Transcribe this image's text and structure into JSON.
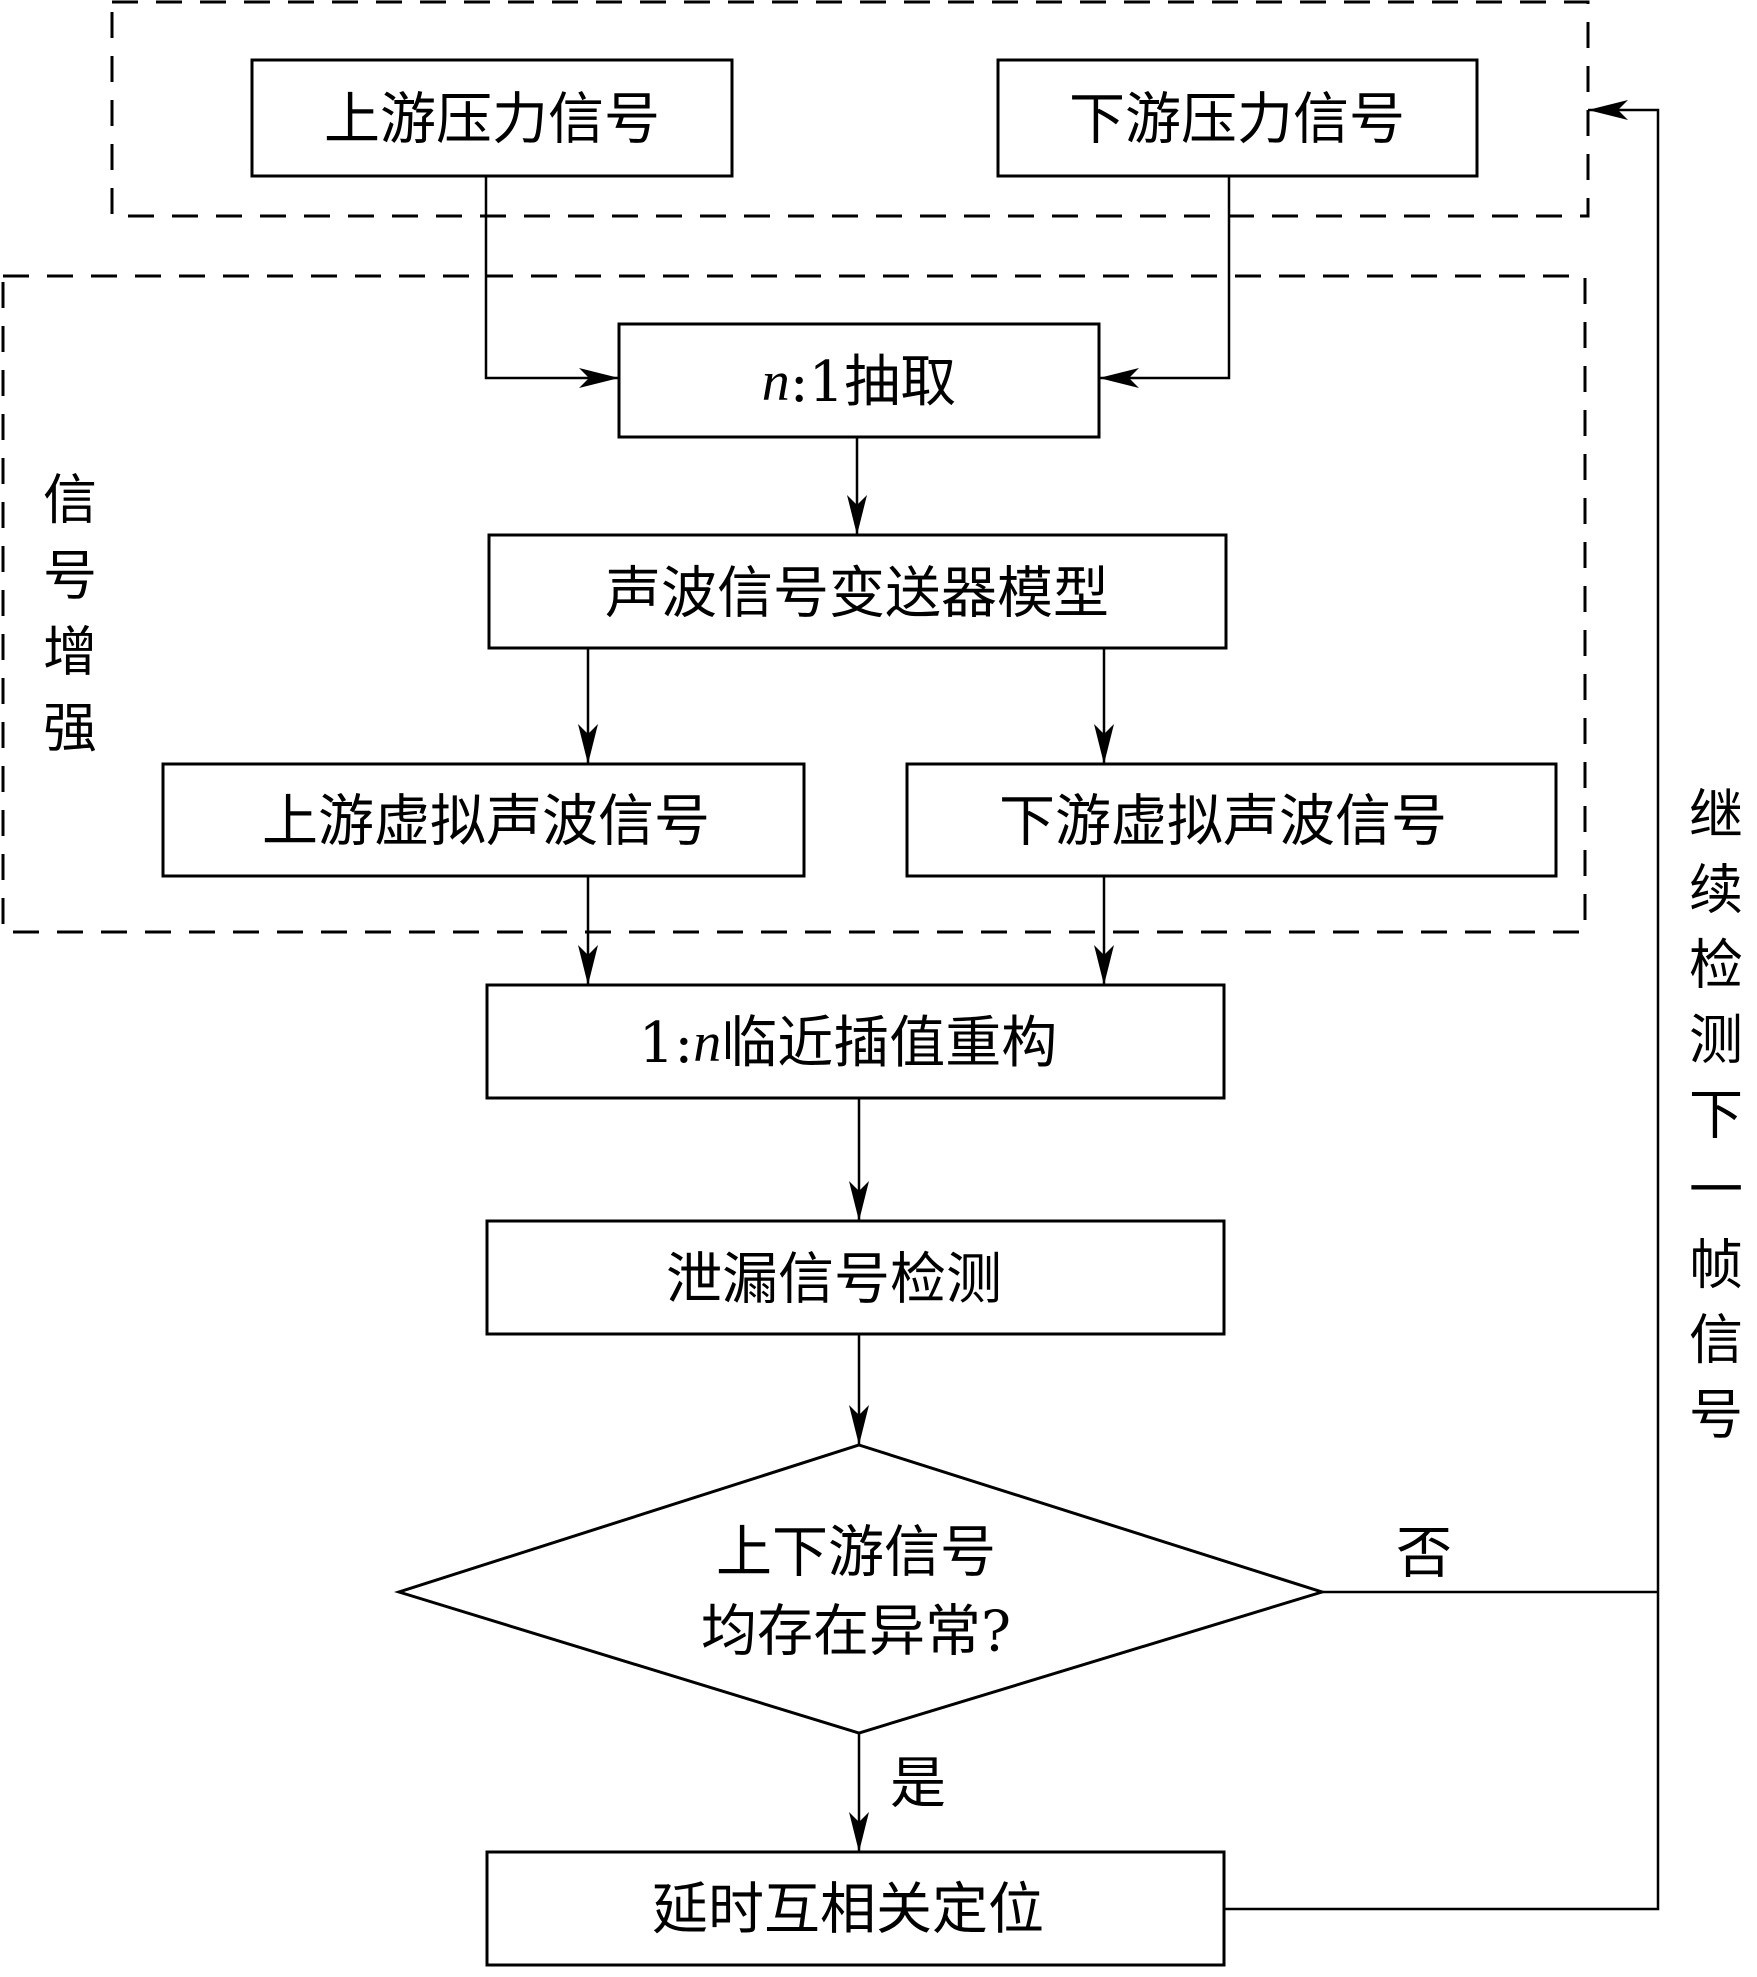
{
  "diagram": {
    "groups": {
      "input_group_label": "",
      "enhancement_group_label": "信号增强"
    },
    "nodes": {
      "upstream_pressure": "上游压力信号",
      "downstream_pressure": "下游压力信号",
      "decimation": {
        "var": "n",
        "rest": ":1抽取"
      },
      "transmitter_model": "声波信号变送器模型",
      "upstream_virtual": "上游虚拟声波信号",
      "downstream_virtual": "下游虚拟声波信号",
      "reconstruction": {
        "prefix": "1:",
        "var": "n",
        "rest": "临近插值重构"
      },
      "leak_detection": "泄漏信号检测",
      "decision_line1": "上下游信号",
      "decision_line2": "均存在异常?",
      "localization": "延时互相关定位"
    },
    "edge_labels": {
      "no": "否",
      "yes": "是",
      "loop": "继续检测下一帧信号"
    }
  }
}
